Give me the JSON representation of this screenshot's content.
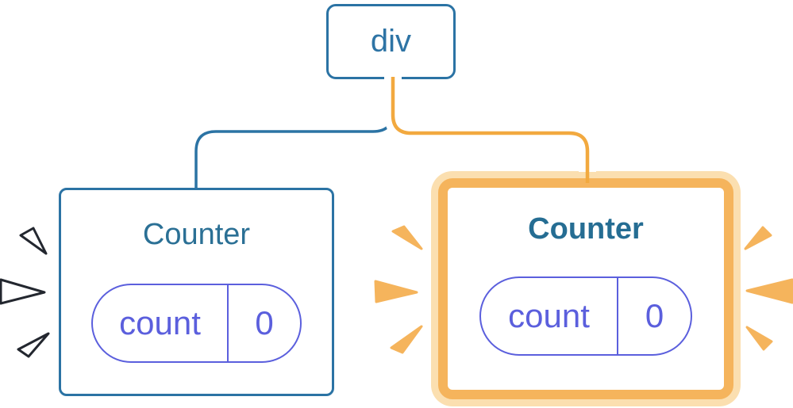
{
  "diagram": {
    "description": "React component tree: a div root with two Counter children; the right Counter is highlighted as re-rendering",
    "root": {
      "label": "div"
    },
    "children": [
      {
        "label": "Counter",
        "highlighted": false,
        "state": {
          "key": "count",
          "value": "0"
        }
      },
      {
        "label": "Counter",
        "highlighted": true,
        "state": {
          "key": "count",
          "value": "0"
        }
      }
    ],
    "icons": {
      "left_sparks": "white wedge burst marks with dark outline",
      "right_sparks": "solid orange wedge burst marks"
    },
    "colors": {
      "node_border_blue": "#2B73A4",
      "root_text_blue": "#2E74A5",
      "title_teal": "#2B7095",
      "title_teal_bold": "#256D93",
      "state_purple": "#5B5FDD",
      "highlight_orange": "#F2A93F",
      "highlight_border_orange": "#F5B45C",
      "highlight_outer_ring": "#FBDFB0",
      "spark_orange": "#F5B45C",
      "spark_outline_dark": "#23272F",
      "connector_halo_white": "#FFFFFF"
    }
  }
}
